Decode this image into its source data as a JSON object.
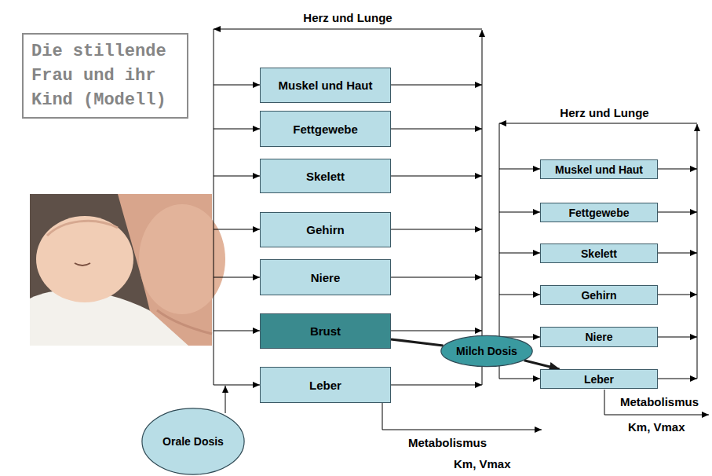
{
  "diagram": {
    "title": "Die stillende Frau und ihr Kind (Modell)",
    "nodes": [
      {
        "text": [
          "Muskel und Haut"
        ]
      },
      {
        "text": [
          "Fettgewebe"
        ]
      },
      {
        "text": [
          "Skelett"
        ]
      },
      {
        "text": [
          "Gehirn"
        ]
      },
      {
        "text": [
          "Niere"
        ]
      },
      {
        "text": [
          "Brust"
        ]
      },
      {
        "text": [
          "Leber"
        ]
      },
      {
        "text": [
          "Milch Dosis"
        ]
      },
      {
        "text": [
          "Muskel und Haut"
        ]
      },
      {
        "text": [
          "Fettgewebe"
        ]
      },
      {
        "text": [
          "Skelett"
        ]
      },
      {
        "text": [
          "Gehirn"
        ]
      },
      {
        "text": [
          "Niere"
        ]
      },
      {
        "text": [
          "Leber"
        ]
      },
      {
        "text": [
          "Orale Dosis"
        ]
      }
    ],
    "edges": [
      {
        "from": 5,
        "to": 7,
        "arrow": "none"
      },
      {
        "from": 7,
        "to": 13,
        "arrow": "to"
      }
    ],
    "labels": [
      "Herz und Lunge",
      "Herz und Lunge",
      "Metabolismus",
      "Km, Vmax",
      "Metabolismus",
      "Km, Vmax"
    ]
  }
}
